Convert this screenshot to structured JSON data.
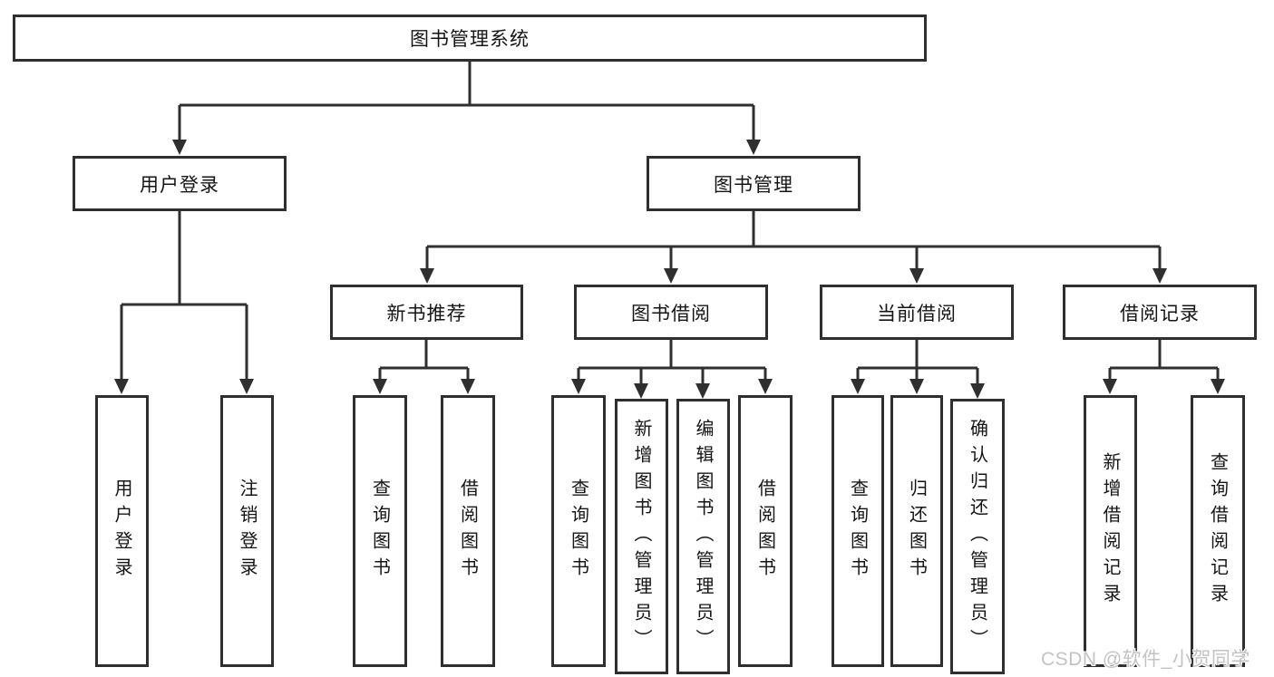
{
  "diagram": {
    "type": "hierarchy-tree",
    "title": "图书管理系统"
  },
  "nodes": {
    "root": {
      "label": "图书管理系统"
    },
    "user_login": {
      "label": "用户登录"
    },
    "book_management": {
      "label": "图书管理"
    },
    "new_book_recommend": {
      "label": "新书推荐"
    },
    "book_borrowing": {
      "label": "图书借阅"
    },
    "current_borrowing": {
      "label": "当前借阅"
    },
    "borrowing_records": {
      "label": "借阅记录"
    },
    "leaf_user_login": {
      "label": "用户登录"
    },
    "leaf_logout": {
      "label": "注销登录"
    },
    "leaf_query_book_recommend": {
      "label": "查询图书"
    },
    "leaf_borrow_book_recommend": {
      "label": "借阅图书"
    },
    "leaf_query_book_borrowing": {
      "label": "查询图书"
    },
    "leaf_add_book_admin": {
      "label": "新增图书（管理员）"
    },
    "leaf_edit_book_admin": {
      "label": "编辑图书（管理员）"
    },
    "leaf_borrow_book_borrowing": {
      "label": "借阅图书"
    },
    "leaf_query_book_current": {
      "label": "查询图书"
    },
    "leaf_return_book": {
      "label": "归还图书"
    },
    "leaf_confirm_return_admin": {
      "label": "确认归还（管理员）"
    },
    "leaf_add_borrow_record": {
      "label": "新增借阅记录"
    },
    "leaf_query_borrow_record": {
      "label": "查询借阅记录"
    }
  },
  "edges": [
    "图书管理系统→用户登录",
    "图书管理系统→图书管理",
    "用户登录→用户登录",
    "用户登录→注销登录",
    "图书管理→新书推荐",
    "图书管理→图书借阅",
    "图书管理→当前借阅",
    "图书管理→借阅记录",
    "新书推荐→查询图书",
    "新书推荐→借阅图书",
    "图书借阅→查询图书",
    "图书借阅→新增图书（管理员）",
    "图书借阅→编辑图书（管理员）",
    "图书借阅→借阅图书",
    "当前借阅→查询图书",
    "当前借阅→归还图书",
    "当前借阅→确认归还（管理员）",
    "借阅记录→新增借阅记录",
    "借阅记录→查询借阅记录"
  ],
  "watermark": {
    "text": "CSDN @软件_小贺同学",
    "color": "#c3c3c3"
  },
  "colors": {
    "background": "#ffffff",
    "line": "#2f2f2f",
    "box_border": "#2f2f2f",
    "text": "#151515"
  }
}
